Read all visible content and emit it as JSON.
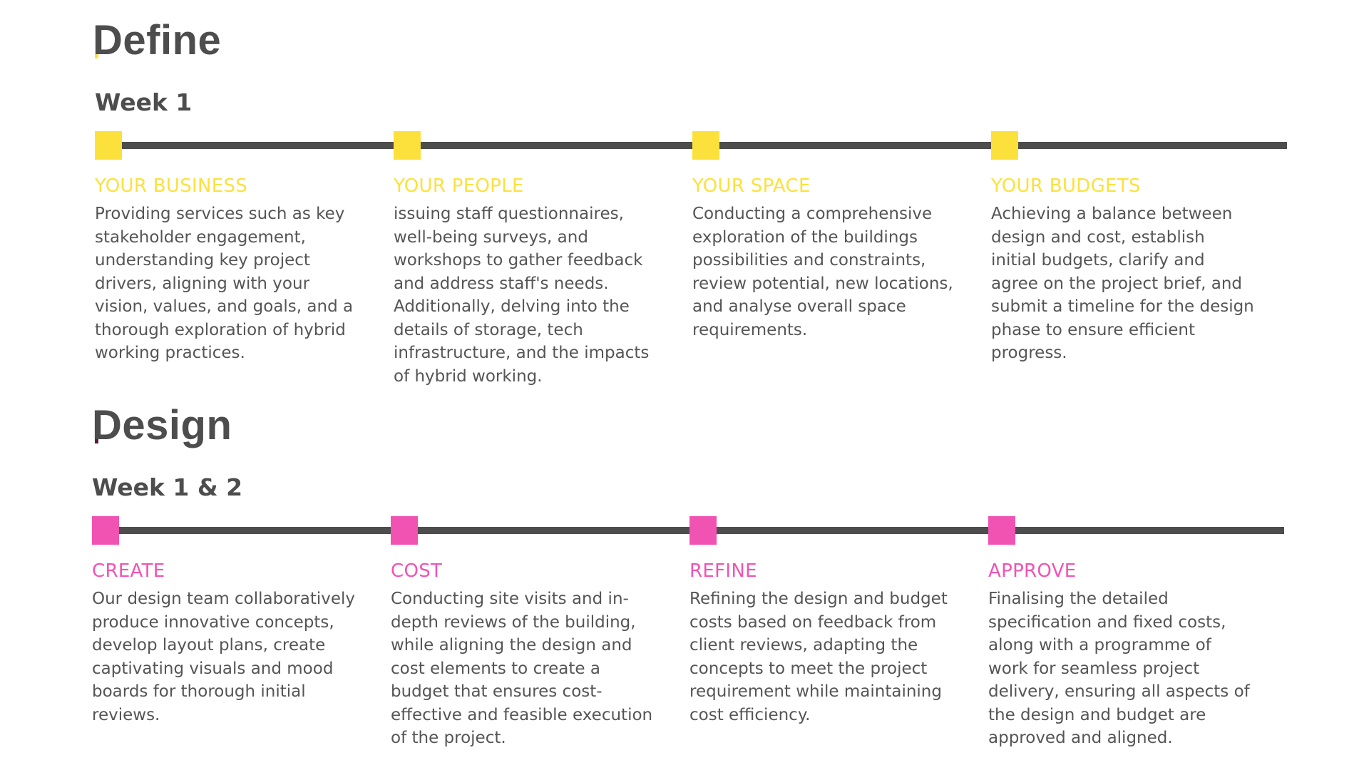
{
  "colors": {
    "define_accent": "#fce13c",
    "design_accent": "#f153b3",
    "line": "#4d4d4d",
    "text": "#555555"
  },
  "define": {
    "title": "Define",
    "week": "Week 1",
    "steps": [
      {
        "heading": "YOUR BUSINESS",
        "description": "Providing services such as key stakeholder engagement, understanding key project drivers, aligning with your vision, values, and goals, and a thorough exploration of hybrid working practices."
      },
      {
        "heading": "YOUR PEOPLE",
        "description": "issuing staff questionnaires, well-being surveys, and workshops to gather feedback and address staff's needs. Additionally, delving into the details of storage, tech infrastructure, and the impacts of hybrid working."
      },
      {
        "heading": "YOUR SPACE",
        "description": "Conducting a comprehensive exploration of the buildings possibilities and constraints, review potential, new locations, and analyse overall space requirements."
      },
      {
        "heading": "YOUR BUDGETS",
        "description": "Achieving a balance between design and cost, establish initial budgets, clarify and agree on the project brief, and submit a timeline for the design phase to ensure efficient progress."
      }
    ]
  },
  "design": {
    "title": "Design",
    "week": "Week 1 & 2",
    "steps": [
      {
        "heading": "CREATE",
        "description": "Our design team collaboratively produce innovative concepts, develop layout plans, create captivating visuals and mood boards for thorough initial reviews."
      },
      {
        "heading": "COST",
        "description": "Conducting site visits and in-depth reviews of the building, while aligning the design and cost elements to create a budget that ensures cost-effective and feasible execution of the project."
      },
      {
        "heading": "REFINE",
        "description": "Refining the design and budget costs based on feedback from client reviews, adapting the concepts to meet the project requirement while maintaining cost efficiency."
      },
      {
        "heading": "APPROVE",
        "description": "Finalising the detailed specification and fixed costs, along with a programme of work for seamless project delivery, ensuring all aspects of the design and budget are approved and aligned."
      }
    ]
  }
}
